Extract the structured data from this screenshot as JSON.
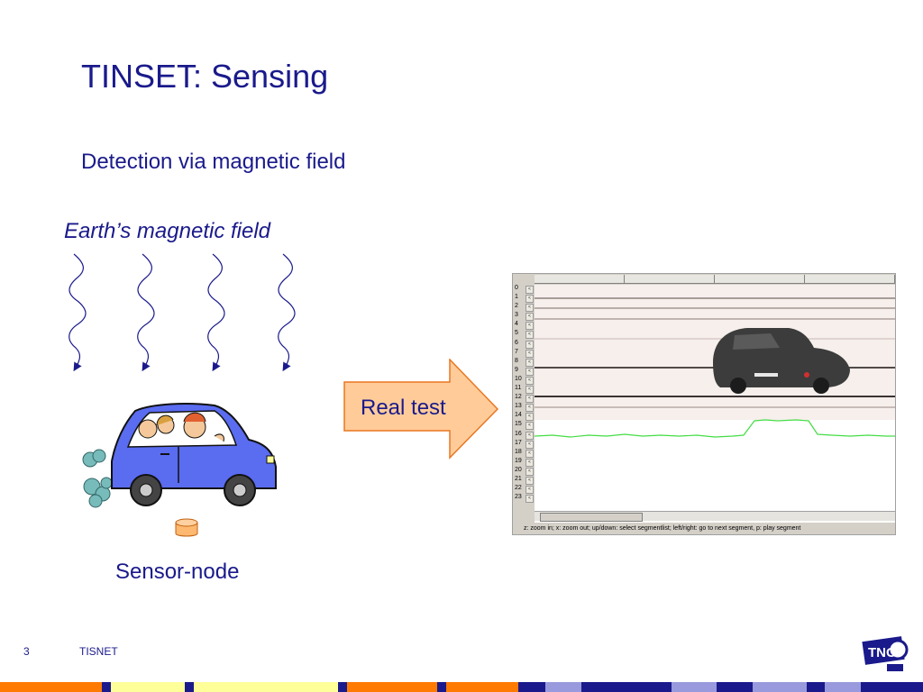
{
  "slide": {
    "title": "TINSET: Sensing",
    "subtitle": "Detection via magnetic field",
    "earth_label": "Earth’s magnetic field",
    "sensor_label": "Sensor-node",
    "arrow_label": "Real test",
    "page_number": "3",
    "footer_text": "TISNET",
    "logo_text": "TNO"
  },
  "tool": {
    "rows": [
      "0",
      "1",
      "2",
      "3",
      "4",
      "5",
      "6",
      "7",
      "8",
      "9",
      "10",
      "11",
      "12",
      "13",
      "14",
      "15",
      "16",
      "17",
      "18",
      "19",
      "20",
      "21",
      "22",
      "23"
    ],
    "row_button": "<",
    "status": "z: zoom in; x: zoom out; up/down: select segmentlist; left/right: go to next segment, p: play segment"
  },
  "colors": {
    "text": "#1a1a8c",
    "arrow_fill": "#ffcc99",
    "arrow_stroke": "#e87722",
    "signal": "#44dd44",
    "car_body": "#5a6cf0",
    "footer_orange": "#ff7a00",
    "footer_yellow": "#ffff99",
    "footer_navy": "#1a1a8c",
    "footer_lavender": "#9999dd"
  },
  "icons": {
    "waves": "wavy-field-line-icon",
    "car": "car-with-passengers-icon",
    "sensor": "sensor-node-icon",
    "logo": "tno-logo-icon"
  }
}
